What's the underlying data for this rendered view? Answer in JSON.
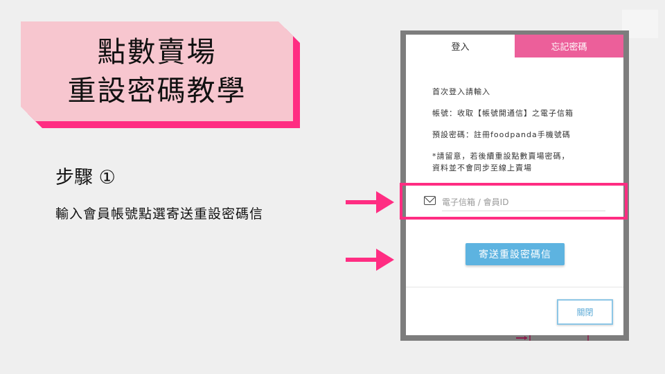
{
  "title": {
    "line1": "點數賣場",
    "line2": "重設密碼教學"
  },
  "step": {
    "heading": "步驟 ①",
    "description": "輸入會員帳號點選寄送重設密碼信"
  },
  "colors": {
    "accent": "#ff2d82",
    "title_bg": "#f7c6cf",
    "tab_active": "#ec5f9a",
    "button": "#5db3e0"
  },
  "modal": {
    "tabs": [
      {
        "label": "登入"
      },
      {
        "label": "忘記密碼"
      }
    ],
    "info": [
      "首次登入請輸入",
      "帳號：收取【帳號開通信】之電子信箱",
      "預設密碼：註冊foodpanda手機號碼",
      "*請留意，若後續重設點數賣場密碼，",
      "資料並不會同步至線上賣場"
    ],
    "email_placeholder": "電子信箱 / 會員ID",
    "send_button": "寄送重設密碼信",
    "close_button": "關閉"
  }
}
